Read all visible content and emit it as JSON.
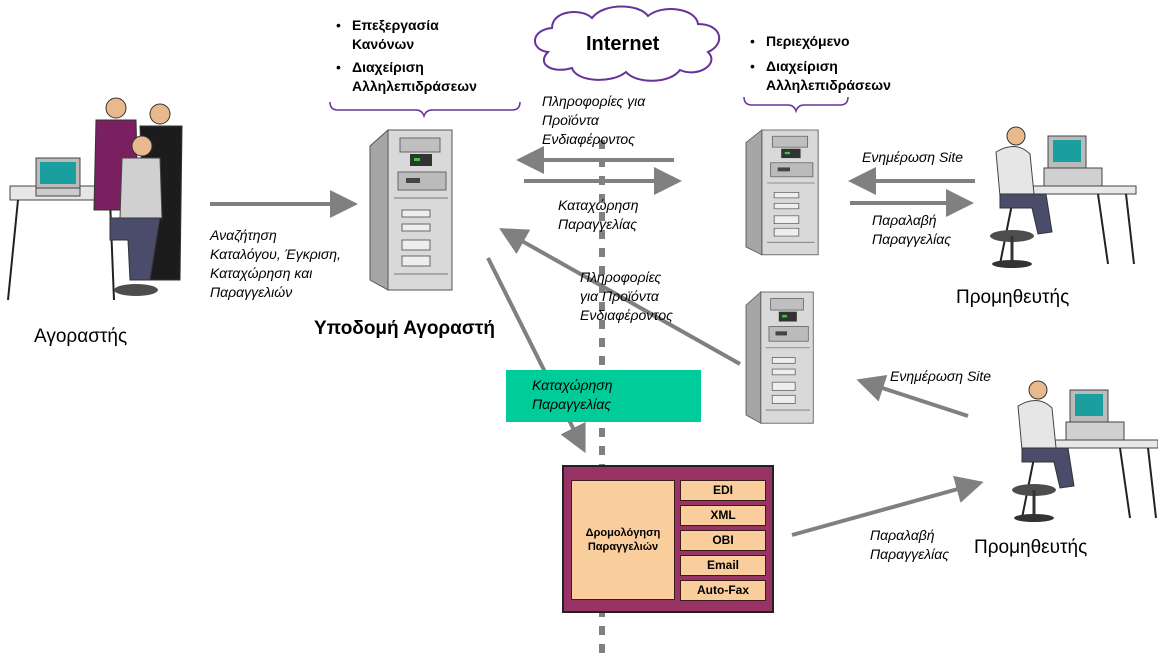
{
  "buyer": {
    "label": "Αγοραστής",
    "action_lines": [
      "Αναζήτηση",
      "Καταλόγου, Έγκριση,",
      "Καταχώρηση και",
      "Παραγγελιών"
    ]
  },
  "buyer_infra": {
    "title": "Υποδομή Αγοραστή",
    "bullets": [
      [
        "Επεξεργασία",
        "Κανόνων"
      ],
      [
        "Διαχείριση",
        "Αλληλεπιδράσεων"
      ]
    ]
  },
  "internet": {
    "label": "Internet",
    "info_lines": [
      "Πληροφορίες για",
      "Προϊόντα",
      "Ενδιαφέροντος"
    ],
    "order_lines": [
      "Καταχώρηση",
      "Παραγγελίας"
    ],
    "info2_lines": [
      "Πληροφορίες",
      "για Προϊόντα",
      "Ενδιαφέροντος"
    ]
  },
  "supplier_infra": {
    "bullets": [
      [
        "Περιεχόμενο"
      ],
      [
        "Διαχείριση",
        "Αλληλεπιδράσεων"
      ]
    ]
  },
  "supplier1": {
    "label": "Προμηθευτής",
    "update_label": "Ενημέρωση Site",
    "receive_lines": [
      "Παραλαβή",
      "Παραγγελίας"
    ]
  },
  "supplier2": {
    "label": "Προμηθευτής",
    "update_label": "Ενημέρωση Site",
    "receive_lines": [
      "Παραλαβή",
      "Παραγγελίας"
    ]
  },
  "order_box": {
    "lines": [
      "Καταχώρηση",
      "Παραγγελίας"
    ],
    "color": "#00cc99"
  },
  "router": {
    "title_lines": [
      "Δρομολόγηση",
      "Παραγγελιών"
    ],
    "protocols": [
      "EDI",
      "XML",
      "OBI",
      "Email",
      "Auto-Fax"
    ],
    "frame_color": "#993366",
    "panel_color": "#f9cd9c"
  },
  "colors": {
    "arrow": "#808080",
    "bracket": "#663399",
    "cloud": "#663399"
  }
}
